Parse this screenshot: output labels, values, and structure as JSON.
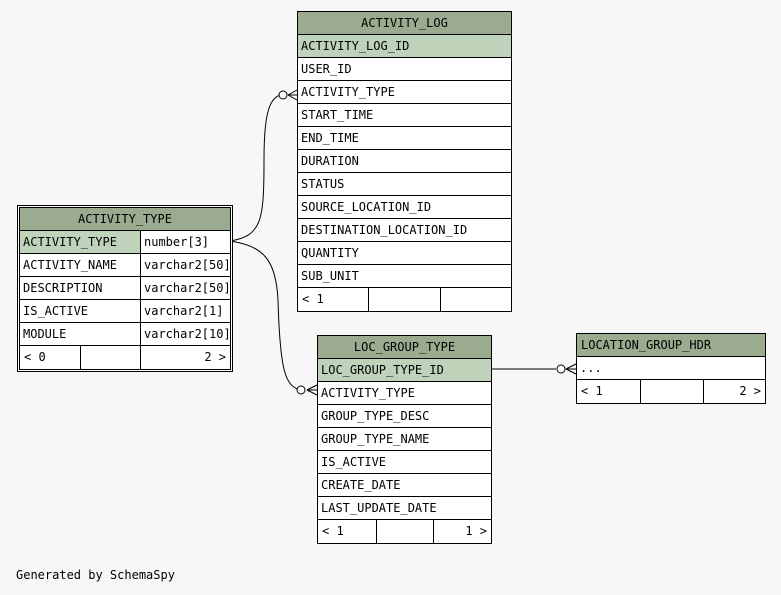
{
  "tables": {
    "activity_log": {
      "title": "ACTIVITY_LOG",
      "columns": [
        "ACTIVITY_LOG_ID",
        "USER_ID",
        "ACTIVITY_TYPE",
        "START_TIME",
        "END_TIME",
        "DURATION",
        "STATUS",
        "SOURCE_LOCATION_ID",
        "DESTINATION_LOCATION_ID",
        "QUANTITY",
        "SUB_UNIT"
      ],
      "footer": [
        "< 1",
        "",
        ""
      ]
    },
    "activity_type": {
      "title": "ACTIVITY_TYPE",
      "columns": [
        {
          "name": "ACTIVITY_TYPE",
          "type": "number[3]"
        },
        {
          "name": "ACTIVITY_NAME",
          "type": "varchar2[50]"
        },
        {
          "name": "DESCRIPTION",
          "type": "varchar2[50]"
        },
        {
          "name": "IS_ACTIVE",
          "type": "varchar2[1]"
        },
        {
          "name": "MODULE",
          "type": "varchar2[10]"
        }
      ],
      "footer": [
        "< 0",
        "",
        "2 >"
      ]
    },
    "loc_group_type": {
      "title": "LOC_GROUP_TYPE",
      "columns": [
        "LOC_GROUP_TYPE_ID",
        "ACTIVITY_TYPE",
        "GROUP_TYPE_DESC",
        "GROUP_TYPE_NAME",
        "IS_ACTIVE",
        "CREATE_DATE",
        "LAST_UPDATE_DATE"
      ],
      "footer": [
        "< 1",
        "",
        "1 >"
      ]
    },
    "location_group_hdr": {
      "title": "LOCATION_GROUP_HDR",
      "columns": [
        "..."
      ],
      "footer": [
        "< 1",
        "",
        "2 >"
      ]
    }
  },
  "generated_by": "Generated by SchemaSpy",
  "colors": {
    "header": "#9aab8f",
    "primary_key": "#bfd3bb",
    "background": "#f7f7f7"
  }
}
